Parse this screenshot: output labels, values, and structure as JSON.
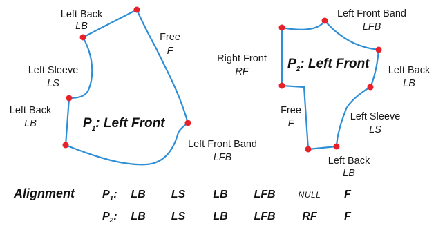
{
  "colors": {
    "edge": "#2e8fd6",
    "vertex": "#e8202a",
    "text": "#1a1a1a"
  },
  "piece1": {
    "title_letter": "P",
    "title_sub": "1",
    "title_rest": ": Left Front",
    "labels": [
      {
        "name": "Left Back",
        "abbr": "LB"
      },
      {
        "name": "Free",
        "abbr": "F"
      },
      {
        "name": "Left Sleeve",
        "abbr": "LS"
      },
      {
        "name": "Left Back",
        "abbr": "LB"
      },
      {
        "name": "Left Front Band",
        "abbr": "LFB"
      }
    ]
  },
  "piece2": {
    "title_letter": "P",
    "title_sub": "2",
    "title_rest": ": Left Front",
    "labels": [
      {
        "name": "Left Front Band",
        "abbr": "LFB"
      },
      {
        "name": "Right Front",
        "abbr": "RF"
      },
      {
        "name": "Left Back",
        "abbr": "LB"
      },
      {
        "name": "Free",
        "abbr": "F"
      },
      {
        "name": "Left Sleeve",
        "abbr": "LS"
      },
      {
        "name": "Left Back",
        "abbr": "LB"
      }
    ]
  },
  "alignment": {
    "heading": "Alignment",
    "rows": [
      {
        "letter": "P",
        "sub": "1",
        "cells": [
          "LB",
          "LS",
          "LB",
          "LFB",
          "NULL",
          "F"
        ]
      },
      {
        "letter": "P",
        "sub": "2",
        "cells": [
          "LB",
          "LS",
          "LB",
          "LFB",
          "RF",
          "F"
        ]
      }
    ]
  }
}
